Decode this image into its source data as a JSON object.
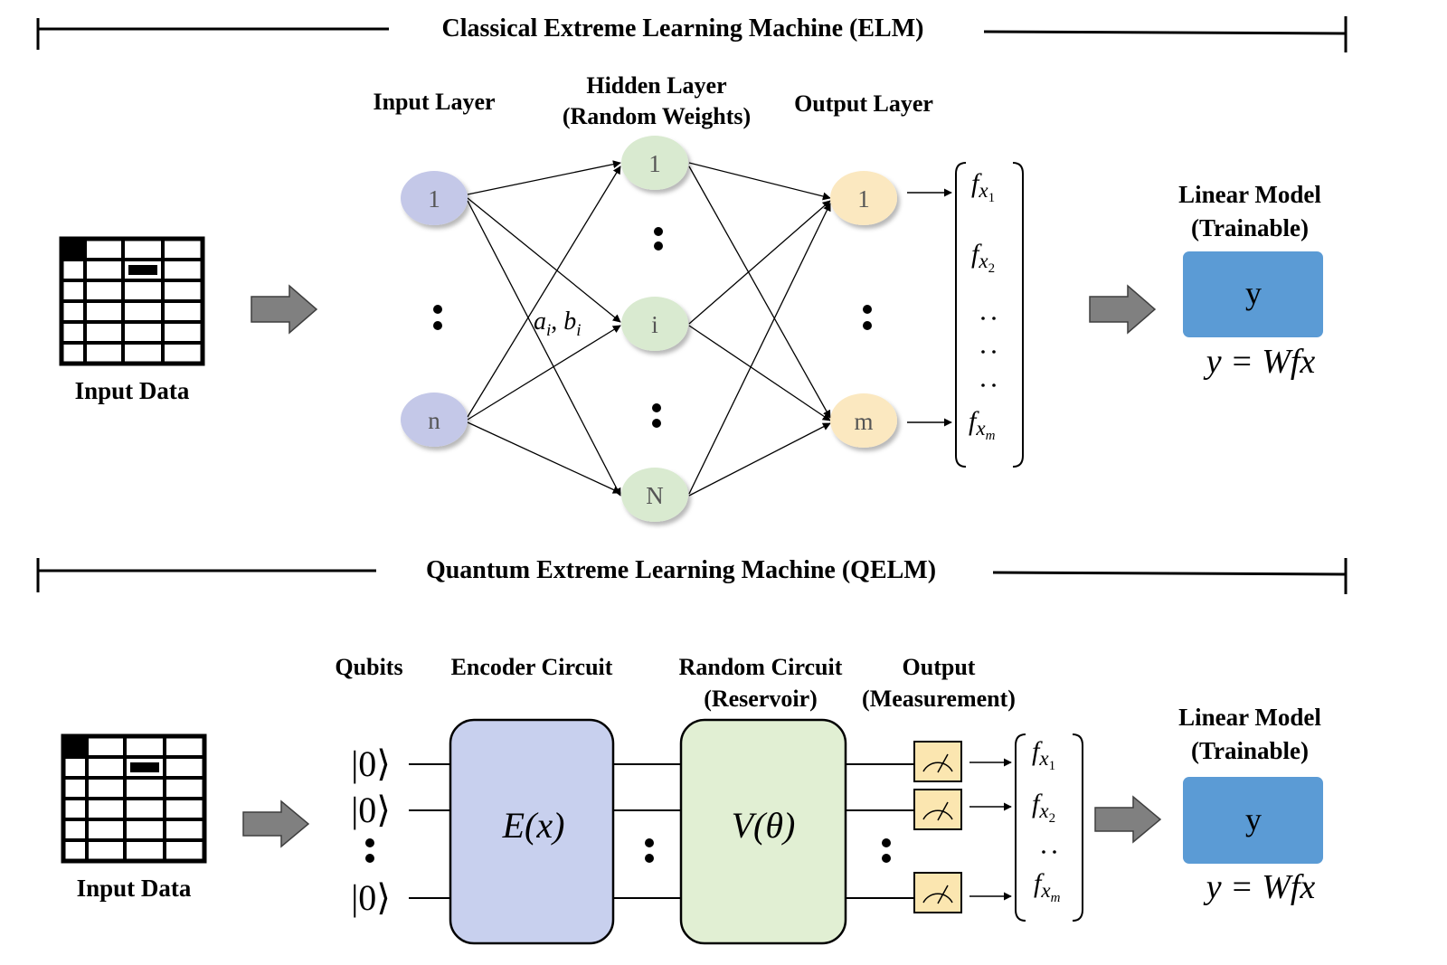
{
  "elm": {
    "section_title": "Classical Extreme Learning Machine (ELM)",
    "input_data_label": "Input Data",
    "input_layer_label": "Input Layer",
    "hidden_layer_label_line1": "Hidden Layer",
    "hidden_layer_label_line2": "(Random Weights)",
    "output_layer_label": "Output Layer",
    "input_nodes": [
      "1",
      "n"
    ],
    "hidden_nodes": [
      "1",
      "i",
      "N"
    ],
    "output_nodes": [
      "1",
      "m"
    ],
    "weights_label": {
      "a": "a",
      "a_sub": "i",
      "sep": ", ",
      "b": "b",
      "b_sub": "i"
    },
    "features": [
      {
        "f": "f",
        "x": "x",
        "sub": "1"
      },
      {
        "f": "f",
        "x": "x",
        "sub": "2"
      },
      {
        "f": "f",
        "x": "x",
        "sub": "m"
      }
    ],
    "linear_model_line1": "Linear Model",
    "linear_model_line2": "(Trainable)",
    "output_symbol": "y",
    "equation": "y = Wfx"
  },
  "qelm": {
    "section_title": "Quantum Extreme Learning Machine (QELM)",
    "input_data_label": "Input Data",
    "qubits_label": "Qubits",
    "encoder_label": "Encoder Circuit",
    "random_label_line1": "Random Circuit",
    "random_label_line2": "(Reservoir)",
    "output_label_line1": "Output",
    "output_label_line2": "(Measurement)",
    "qubit_states": [
      "|0⟩",
      "|0⟩",
      "|0⟩"
    ],
    "encoder_gate": "E(x)",
    "random_gate": "V(θ)",
    "features": [
      {
        "f": "f",
        "x": "x",
        "sub": "1"
      },
      {
        "f": "f",
        "x": "x",
        "sub": "2"
      },
      {
        "f": "f",
        "x": "x",
        "sub": "m"
      }
    ],
    "linear_model_line1": "Linear Model",
    "linear_model_line2": "(Trainable)",
    "output_symbol": "y",
    "equation": "y = Wfx"
  },
  "colors": {
    "input_node": "#c4c8e8",
    "hidden_node": "#d9ead0",
    "output_node": "#fbe8c0",
    "linear_box": "#5b9bd5",
    "encoder_box": "#c8d0ee",
    "random_box": "#e1efd3",
    "meter_box": "#fbe6b0",
    "arrow_fill": "#808080"
  }
}
